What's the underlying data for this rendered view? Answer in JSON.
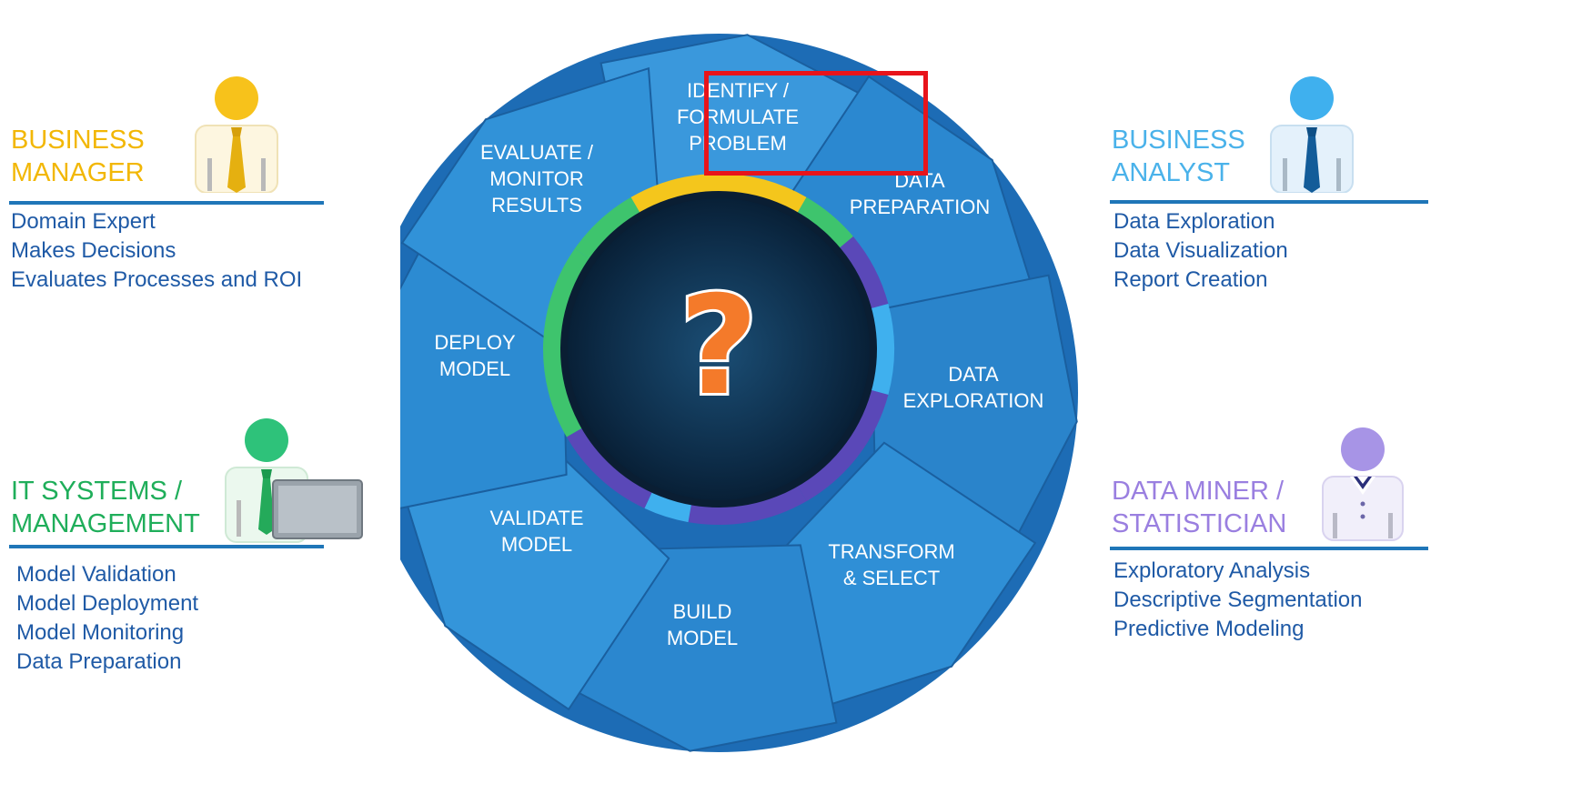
{
  "roles": {
    "business_manager": {
      "title": "BUSINESS\nMANAGER",
      "color": "#f2b705",
      "items": [
        "Domain Expert",
        "Makes Decisions",
        "Evaluates Processes and ROI"
      ]
    },
    "it_systems": {
      "title": "IT SYSTEMS /\nMANAGEMENT",
      "color": "#1fae5a",
      "items": [
        "Model Validation",
        "Model Deployment",
        "Model Monitoring",
        "Data Preparation"
      ]
    },
    "business_analyst": {
      "title": "BUSINESS\nANALYST",
      "color": "#4ab2ea",
      "items": [
        "Data Exploration",
        "Data Visualization",
        "Report Creation"
      ]
    },
    "data_miner": {
      "title": "DATA MINER /\nSTATISTICIAN",
      "color": "#9a7fe0",
      "items": [
        "Exploratory Analysis",
        "Descriptive Segmentation",
        "Predictive Modeling"
      ]
    }
  },
  "cycle": {
    "steps": [
      [
        "IDENTIFY /",
        "FORMULATE",
        "PROBLEM"
      ],
      [
        "DATA",
        "PREPARATION"
      ],
      [
        "DATA",
        "EXPLORATION"
      ],
      [
        "TRANSFORM",
        "& SELECT"
      ],
      [
        "BUILD",
        "MODEL"
      ],
      [
        "VALIDATE",
        "MODEL"
      ],
      [
        "DEPLOY",
        "MODEL"
      ],
      [
        "EVALUATE /",
        "MONITOR",
        "RESULTS"
      ]
    ],
    "highlighted_step": "IDENTIFY / FORMULATE PROBLEM",
    "center_symbol": "?",
    "ring_colors": [
      "#f4c61c",
      "#3ec46d",
      "#5a48b8",
      "#3fb0ee"
    ],
    "center_color": "#f47a2a"
  }
}
